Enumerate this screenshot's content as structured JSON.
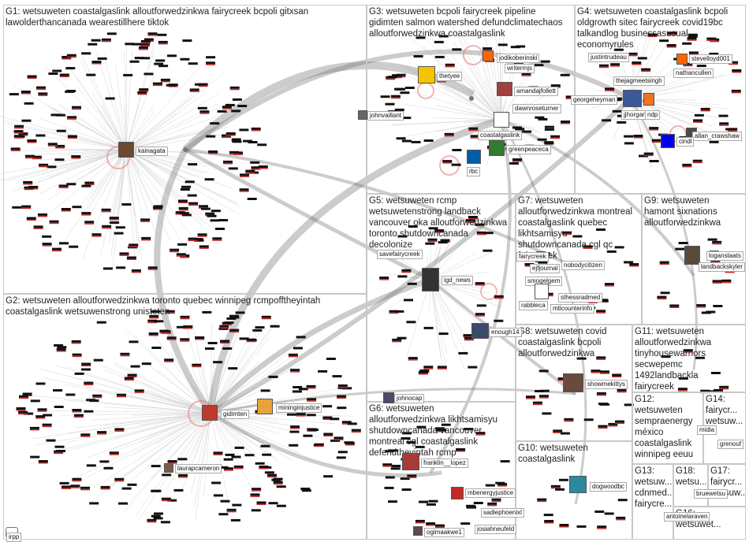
{
  "groups": [
    {
      "id": "G1",
      "title": "G1: wetsuweten coastalgaslink alloutforwedzinkwa fairycreek bcpoli gitxsan\nlawolderthancanada wearestillhere tiktok"
    },
    {
      "id": "G2",
      "title": "G2: wetsuweten alloutforwedzinkwa toronto quebec winnipeg rcmpofftheyintah\ncoastalgaslink wetsuwenstrong unistoten"
    },
    {
      "id": "G3",
      "title": "G3: wetsuweten bcpoli fairycreek pipeline\ngidimten salmon watershed defundclimatechaos\nalloutforwedzinkwa coastalgaslink"
    },
    {
      "id": "G4",
      "title": "G4: wetsuweten coastalgaslink bcpoli\noldgrowth sitec fairycreek covid19bc\ntalkandlog businessasusual\neconomyrules"
    },
    {
      "id": "G5",
      "title": "G5: wetsuweten rcmp\nwetsuwetenstrong landback\nvancouver oka alloutforwedzinkwa\ntoronto shutdowncanada\ndecolonize"
    },
    {
      "id": "G6",
      "title": "G6: wetsuweten\nalloutforwedzinkwa likhtsamisyu\nshutdowncanada vancouver\nmontreal cgl coastalgaslink\ndefendtheyintah rcmp"
    },
    {
      "id": "G7",
      "title": "G7: wetsuweten\nalloutforwedzinkwa montreal\ncoastalgaslink quebec\nlikhtsamisyu\nshutdowncanada cgl qc\nfairycreek"
    },
    {
      "id": "G8",
      "title": "G8: wetsuweten covid\ncoastalgaslink bcpoli\nalloutforwedzinkwa"
    },
    {
      "id": "G9",
      "title": "G9: wetsuweten\nhamont sixnations\nalloutforwedzinkwa"
    },
    {
      "id": "G10",
      "title": "G10: wetsuweten\ncoastalgaslink"
    },
    {
      "id": "G11",
      "title": "G11: wetsuweten\nalloutforwedzinkwa\ntinyhousewarriors\nsecwepemc\n1492landbackla\nfairycreek"
    },
    {
      "id": "G12",
      "title": "G12:\nwetsuweten\nsempraenergy\nméxico\ncoastalgaslink\nwinnipeg eeuu"
    },
    {
      "id": "G13",
      "title": "G13:\nwetsuw...\ncdnmed...\nfairycre..."
    },
    {
      "id": "G14",
      "title": "G14:\nfairycr...\nwetsuw..."
    },
    {
      "id": "G16",
      "title": "G16:\nwetsuwet..."
    },
    {
      "id": "G17",
      "title": "G17:\nfairycr...\nwetsuw..."
    },
    {
      "id": "G18",
      "title": "G18:\nwetsu..."
    }
  ],
  "nodes": [
    {
      "label": "kainagata",
      "color": "#6b4a2e"
    },
    {
      "label": "gidimten",
      "color": "#c0392b"
    },
    {
      "label": "mininginjustice",
      "color": "#e8a33a"
    },
    {
      "label": "laurapcameron",
      "color": "#7a5a4a"
    },
    {
      "label": "irpp",
      "color": "#ffffff"
    },
    {
      "label": "thetyee",
      "color": "#f5c400"
    },
    {
      "label": "jodikoberinski",
      "color": "#ff6600"
    },
    {
      "label": "writermjs",
      "color": "#5a6b7a"
    },
    {
      "label": "amandajfollett",
      "color": "#a04040"
    },
    {
      "label": "dawnroseturner",
      "color": "#8a5a3a"
    },
    {
      "label": "coastalgaslink",
      "color": "#ffffff"
    },
    {
      "label": "greenpeaceca",
      "color": "#2e7d32"
    },
    {
      "label": "rbc",
      "color": "#005daa"
    },
    {
      "label": "johnvaillant",
      "color": "#666666"
    },
    {
      "label": "justintrudeau",
      "color": "#7a7a7a"
    },
    {
      "label": "stevelloyd001",
      "color": "#ff6600"
    },
    {
      "label": "nathancullen",
      "color": "#5a6b7a"
    },
    {
      "label": "thejagmeetsingh",
      "color": "#d37e00"
    },
    {
      "label": "georgeheyman",
      "color": "#4a6a8a"
    },
    {
      "label": "jjhorgan",
      "color": "#3b5998"
    },
    {
      "label": "ndp",
      "color": "#f37021"
    },
    {
      "label": "allan_crawshaw",
      "color": "#4a4a4a"
    },
    {
      "label": "cindl",
      "color": "#0000ee"
    },
    {
      "label": "savefairycreek",
      "color": "#4a7a3a"
    },
    {
      "label": "igd_news",
      "color": "#333333"
    },
    {
      "label": "enough14",
      "color": "#3a4a6a"
    },
    {
      "label": "fairycreek",
      "color": "#5a7a4a"
    },
    {
      "label": "nobodycitizen",
      "color": "#777777"
    },
    {
      "label": "ejfjournal",
      "color": "#8a7a6a"
    },
    {
      "label": "smogelgem",
      "color": "#6a6a6a"
    },
    {
      "label": "rabbleca",
      "color": "#ffffff"
    },
    {
      "label": "mtlcounterinfo",
      "color": "#8a4a4a"
    },
    {
      "label": "sthessradmed",
      "color": "#5a5a5a"
    },
    {
      "label": "loganstaats",
      "color": "#5a4a3a"
    },
    {
      "label": "landbackskyler",
      "color": "#7a6a5a"
    },
    {
      "label": "johnocap",
      "color": "#4a4a6a"
    },
    {
      "label": "franklin__lopez",
      "color": "#aa3a3a"
    },
    {
      "label": "showmekittys",
      "color": "#6a4a3a"
    },
    {
      "label": "mbenergyjustice",
      "color": "#c62828"
    },
    {
      "label": "sadiephoenixl",
      "color": "#7a6a6a"
    },
    {
      "label": "josiahneufeld",
      "color": "#5a5a5a"
    },
    {
      "label": "ogimaakwe1",
      "color": "#5a4a4a"
    },
    {
      "label": "dogwoodbc",
      "color": "#2a8aa0"
    },
    {
      "label": "grenouf",
      "color": "#6a7a8a"
    },
    {
      "label": "midia",
      "color": "#8a8a8a"
    },
    {
      "label": "bruewetsu",
      "color": "#5a5a5a"
    },
    {
      "label": "antoinelaraven",
      "color": "#6a5a5a"
    }
  ]
}
